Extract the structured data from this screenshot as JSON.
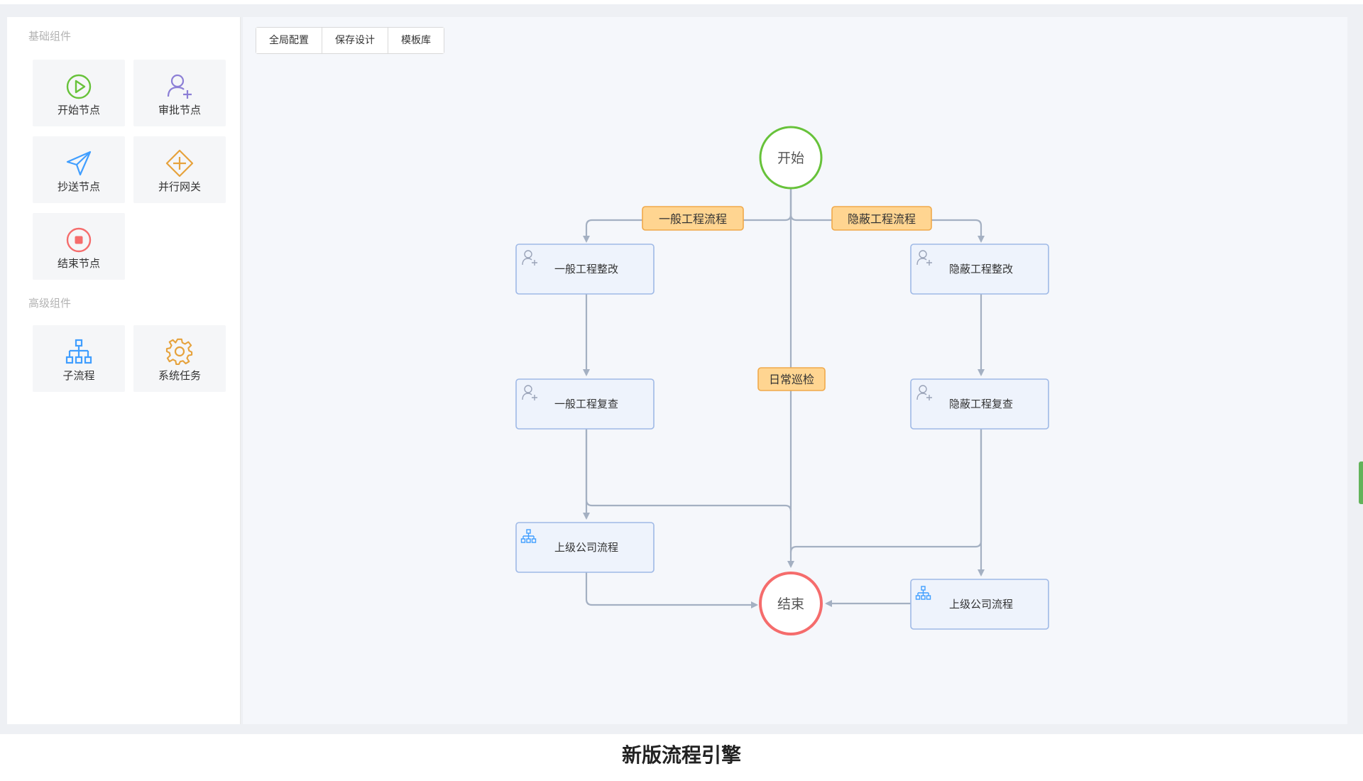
{
  "sidebar": {
    "basic_title": "基础组件",
    "advanced_title": "高级组件",
    "basic_items": [
      {
        "label": "开始节点",
        "icon": "play-circle-icon"
      },
      {
        "label": "审批节点",
        "icon": "user-add-icon"
      },
      {
        "label": "抄送节点",
        "icon": "send-icon"
      },
      {
        "label": "并行网关",
        "icon": "diamond-plus-icon"
      },
      {
        "label": "结束节点",
        "icon": "stop-circle-icon"
      }
    ],
    "advanced_items": [
      {
        "label": "子流程",
        "icon": "hierarchy-icon"
      },
      {
        "label": "系统任务",
        "icon": "gear-icon"
      }
    ]
  },
  "toolbar": {
    "global_config": "全局配置",
    "save_design": "保存设计",
    "template_library": "模板库"
  },
  "flow": {
    "start_label": "开始",
    "end_label": "结束",
    "branches": {
      "general": "一般工程流程",
      "hidden": "隐蔽工程流程",
      "daily": "日常巡检"
    },
    "nodes": {
      "general_rectify": "一般工程整改",
      "general_review": "一般工程复查",
      "general_parent_flow": "上级公司流程",
      "hidden_rectify": "隐蔽工程整改",
      "hidden_review": "隐蔽工程复查",
      "hidden_parent_flow": "上级公司流程"
    }
  },
  "caption": "新版流程引擎",
  "colors": {
    "start": "#67c23a",
    "end": "#f56c6c",
    "approve": "#8c7fd6",
    "send": "#409eff",
    "gateway": "#e6a23c",
    "node_border": "#9fb9e6",
    "node_fill": "#eef3fc",
    "branch_fill": "#ffd591",
    "branch_border": "#f0a94a",
    "edge": "#a4b0c2"
  }
}
